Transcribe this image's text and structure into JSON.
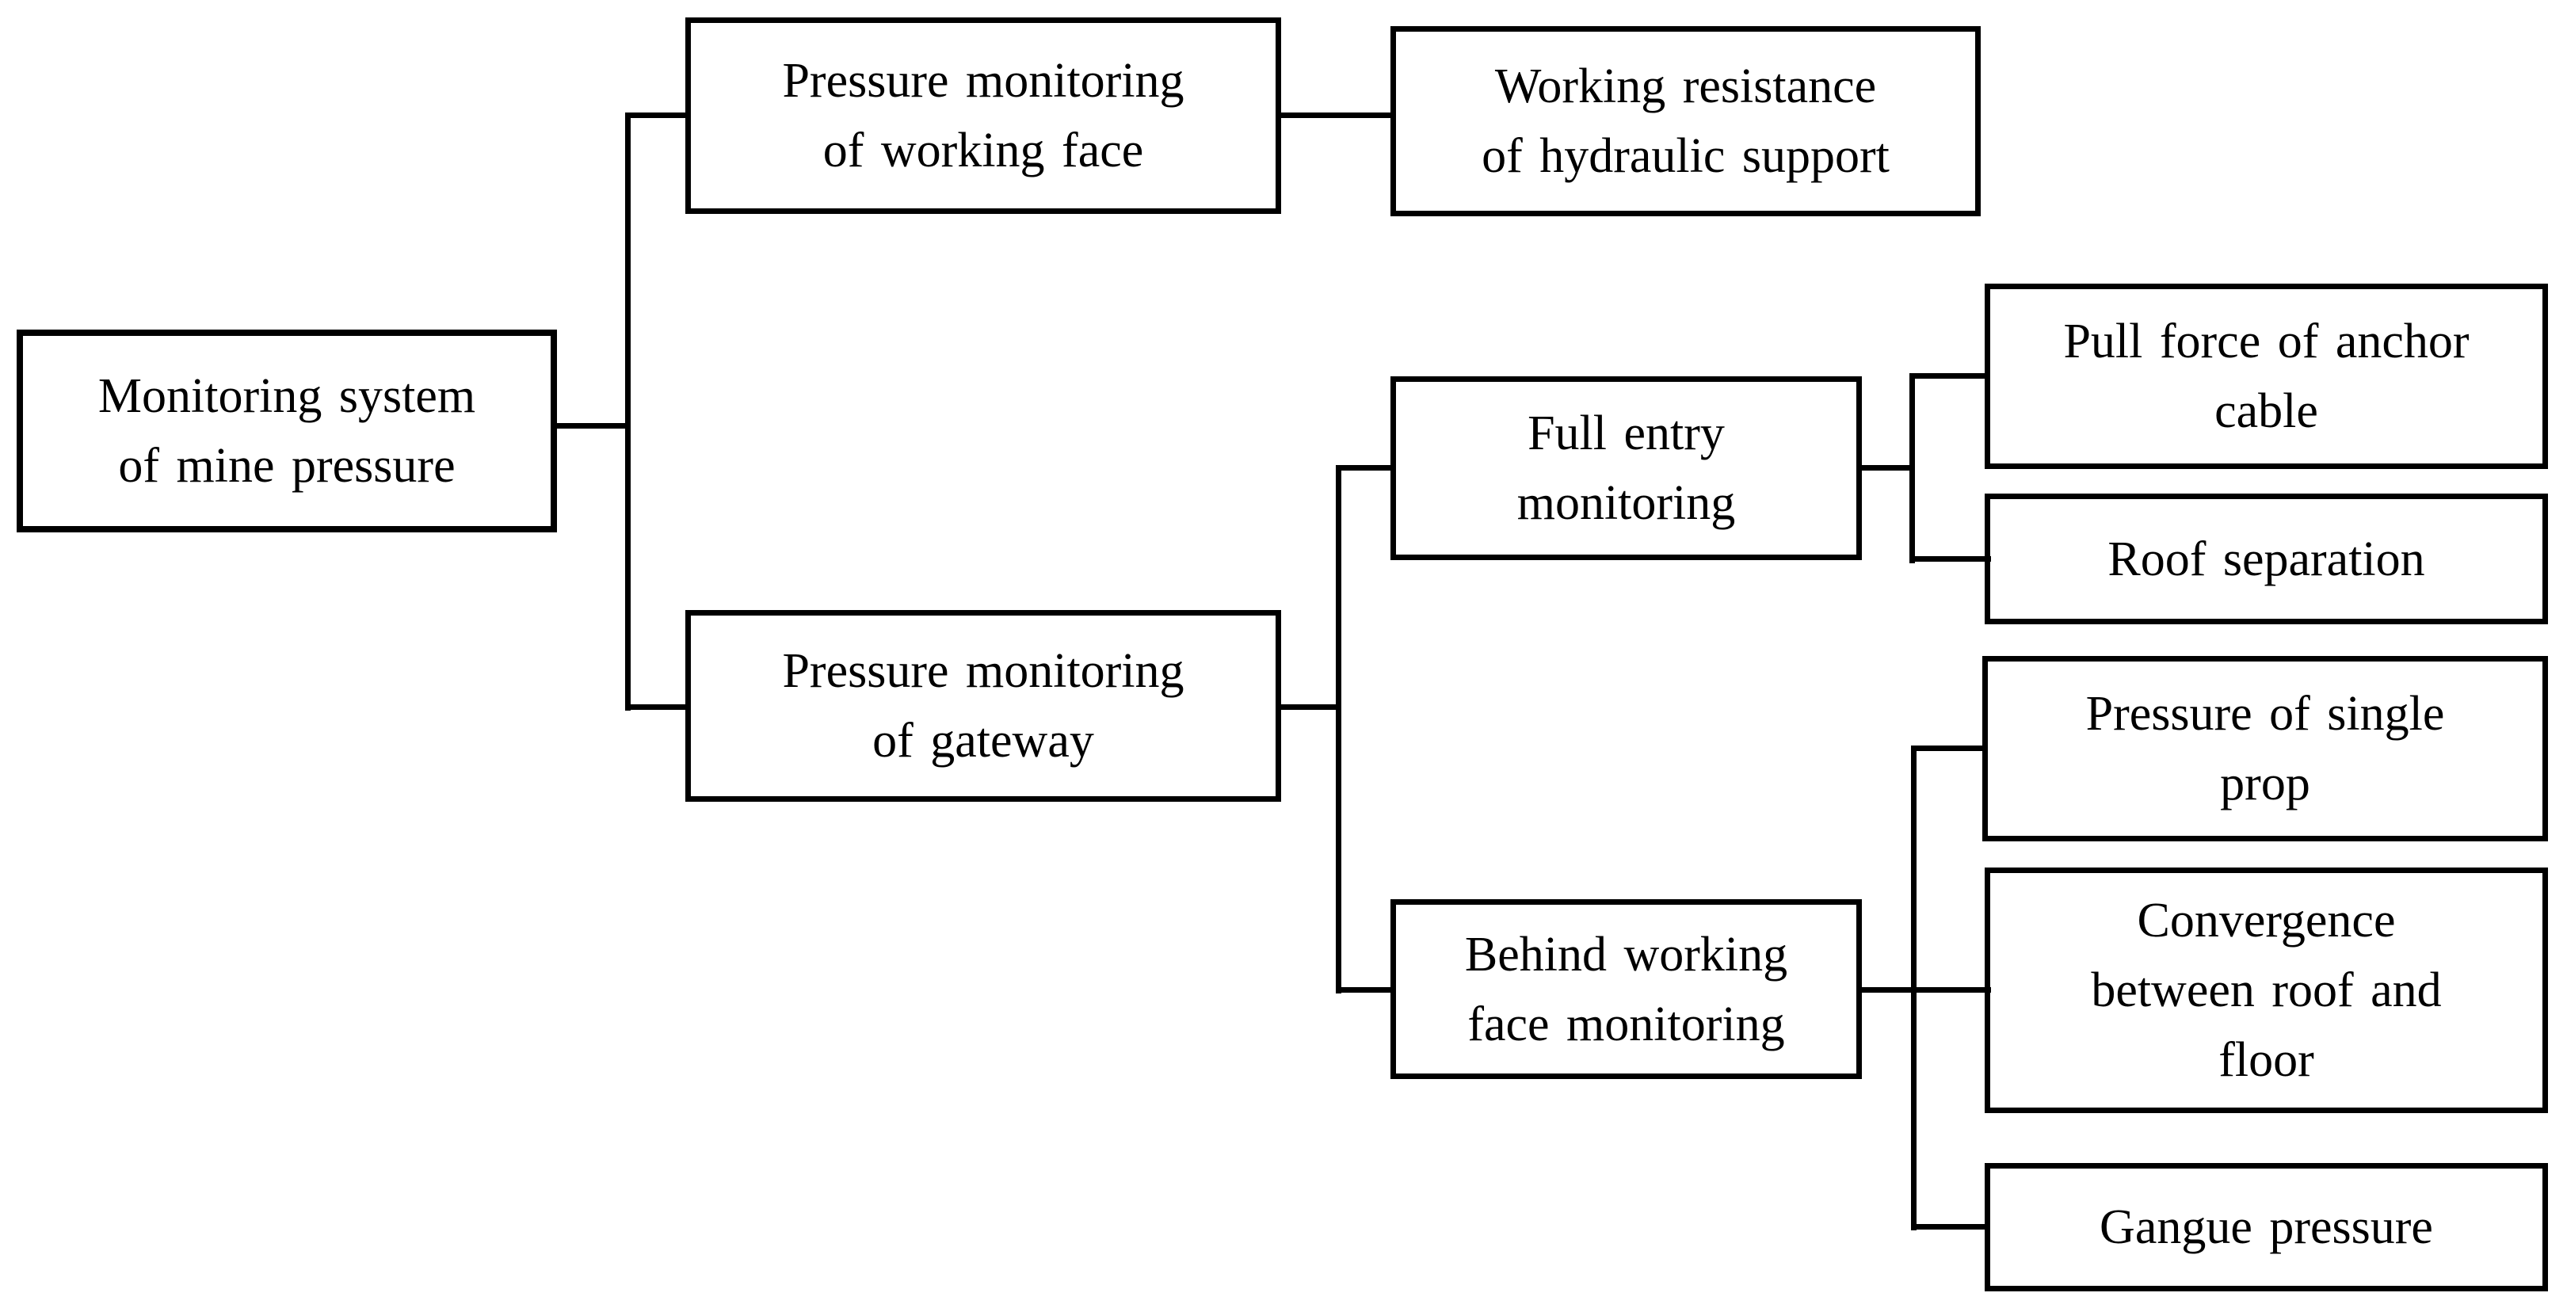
{
  "diagram": {
    "type": "tree",
    "orientation": "left-to-right",
    "colors": {
      "line": "#000000",
      "box_border": "#000000",
      "box_fill": "#ffffff",
      "text": "#000000",
      "background": "#ffffff"
    },
    "nodes": {
      "root": {
        "label": "Monitoring system of mine pressure",
        "lines": [
          "Monitoring system",
          "of mine pressure"
        ]
      },
      "work_face": {
        "label": "Pressure monitoring of working face",
        "lines": [
          "Pressure monitoring",
          "of working face"
        ]
      },
      "hyd_support": {
        "label": "Working resistance of hydraulic support",
        "lines": [
          "Working resistance",
          "of hydraulic support"
        ]
      },
      "gateway": {
        "label": "Pressure monitoring of gateway",
        "lines": [
          "Pressure monitoring",
          "of gateway"
        ]
      },
      "full_entry": {
        "label": "Full entry monitoring",
        "lines": [
          "Full entry",
          "monitoring"
        ]
      },
      "behind": {
        "label": "Behind working face monitoring",
        "lines": [
          "Behind working",
          "face monitoring"
        ]
      },
      "pull_force": {
        "label": "Pull force of anchor cable",
        "lines": [
          "Pull force of anchor",
          "cable"
        ]
      },
      "roof_sep": {
        "label": "Roof separation",
        "lines": [
          "Roof separation"
        ]
      },
      "single_prop": {
        "label": "Pressure of single prop",
        "lines": [
          "Pressure of single",
          "prop"
        ]
      },
      "convergence": {
        "label": "Convergence between roof and floor",
        "lines": [
          "Convergence",
          "between roof and",
          "floor"
        ]
      },
      "gangue": {
        "label": "Gangue pressure",
        "lines": [
          "Gangue pressure"
        ]
      }
    },
    "edges": [
      [
        "root",
        "work_face"
      ],
      [
        "root",
        "gateway"
      ],
      [
        "work_face",
        "hyd_support"
      ],
      [
        "gateway",
        "full_entry"
      ],
      [
        "gateway",
        "behind"
      ],
      [
        "full_entry",
        "pull_force"
      ],
      [
        "full_entry",
        "roof_sep"
      ],
      [
        "behind",
        "single_prop"
      ],
      [
        "behind",
        "convergence"
      ],
      [
        "behind",
        "gangue"
      ]
    ]
  }
}
